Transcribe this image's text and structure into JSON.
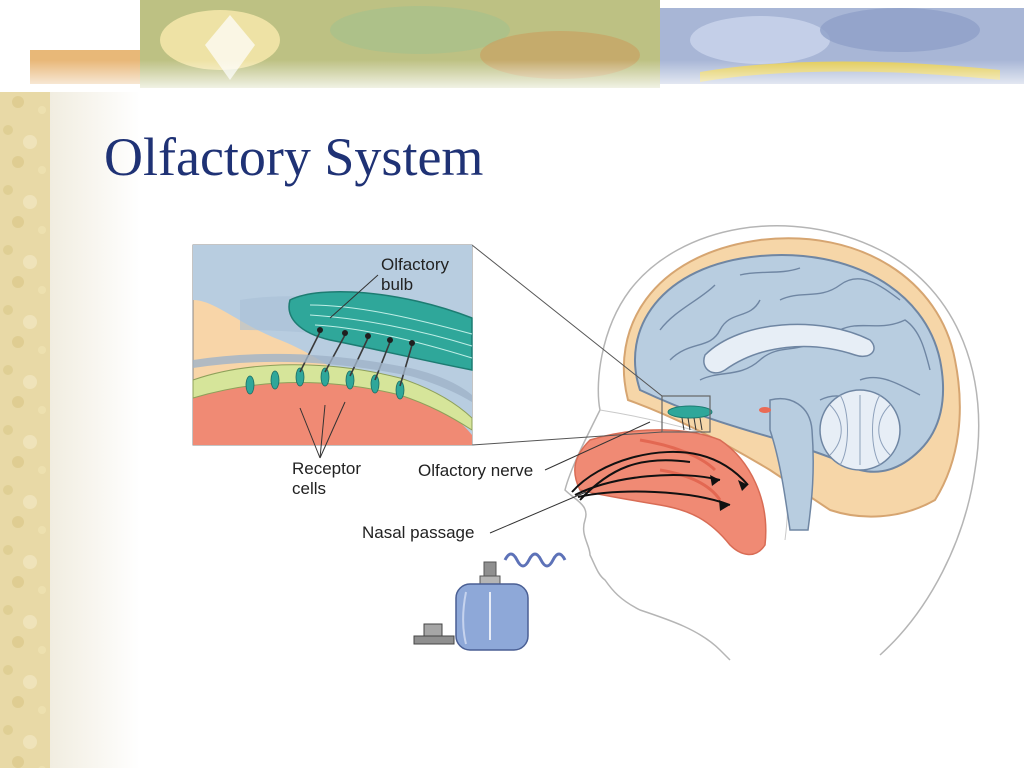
{
  "slide": {
    "title": "Olfactory System"
  },
  "figure": {
    "labels": {
      "olfactory_bulb": "Olfactory bulb",
      "receptor_cells": "Receptor cells",
      "olfactory_nerve": "Olfactory nerve",
      "nasal_passage": "Nasal passage"
    },
    "icons": [
      "perfume-bottle-icon",
      "bottle-cap-icon",
      "scent-wave-icon"
    ]
  },
  "colors": {
    "title": "#1f3275",
    "brain": "#b8cde0",
    "brain_outline": "#6f86a3",
    "nasal_cavity": "#f08a74",
    "olfactory_bulb": "#2fa79a",
    "skull_fat": "#f6d6a8",
    "inset_background": "#f8d5a8",
    "perfume_bottle": "#8ea8d8"
  }
}
